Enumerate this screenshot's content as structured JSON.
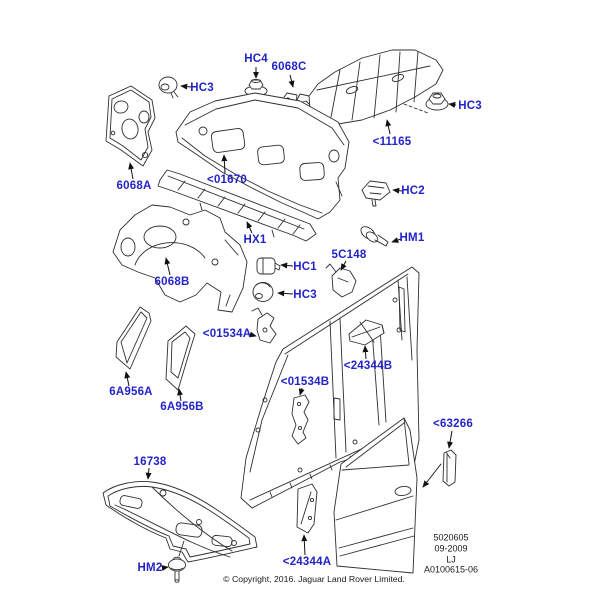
{
  "diagram_type": "parts-exploded-diagram",
  "labels": {
    "hc4": {
      "text": "HC4"
    },
    "c6068c": {
      "text": "6068C"
    },
    "hc3_topleft": {
      "text": "HC3"
    },
    "hc3_topright": {
      "text": "HC3"
    },
    "c11165": {
      "text": "<11165"
    },
    "hc2": {
      "text": "HC2"
    },
    "c6068a": {
      "text": "6068A"
    },
    "c01670": {
      "text": "<01670"
    },
    "hx1": {
      "text": "HX1"
    },
    "hm1": {
      "text": "HM1"
    },
    "c5c148": {
      "text": "5C148"
    },
    "hc1": {
      "text": "HC1"
    },
    "hc3_mid": {
      "text": "HC3"
    },
    "c6068b": {
      "text": "6068B"
    },
    "c01534a": {
      "text": "<01534A"
    },
    "c24344b": {
      "text": "<24344B"
    },
    "c01534b": {
      "text": "<01534B"
    },
    "c6a956a": {
      "text": "6A956A"
    },
    "c6a956b": {
      "text": "6A956B"
    },
    "c16738": {
      "text": "16738"
    },
    "hm2": {
      "text": "HM2"
    },
    "c24344a": {
      "text": "<24344A"
    },
    "c63266": {
      "text": "<63266"
    }
  },
  "footer": {
    "doc_number": "5020605",
    "doc_date": "09-2009",
    "doc_model": "LJ",
    "doc_ref": "A0100615-06",
    "copyright": "© Copyright, 2016. Jaguar Land Rover Limited."
  },
  "colors": {
    "label_blue": "#2323c8",
    "line_art": "#2f2f2f",
    "background": "#ffffff"
  }
}
